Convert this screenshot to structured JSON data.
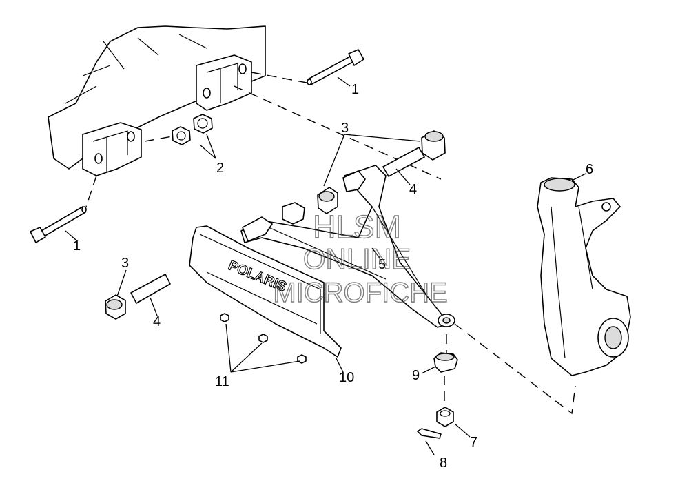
{
  "watermark": {
    "line1": "HLSM",
    "line2": "ONLINE",
    "line3": "MICROFICHE"
  },
  "brand_text": "POLARIS",
  "callouts": {
    "c1_top": "1",
    "c1_bottom": "1",
    "c2": "2",
    "c3_top": "3",
    "c3_left": "3",
    "c4_right": "4",
    "c4_left": "4",
    "c5": "5",
    "c6": "6",
    "c7": "7",
    "c8": "8",
    "c9": "9",
    "c10": "10",
    "c11": "11"
  }
}
